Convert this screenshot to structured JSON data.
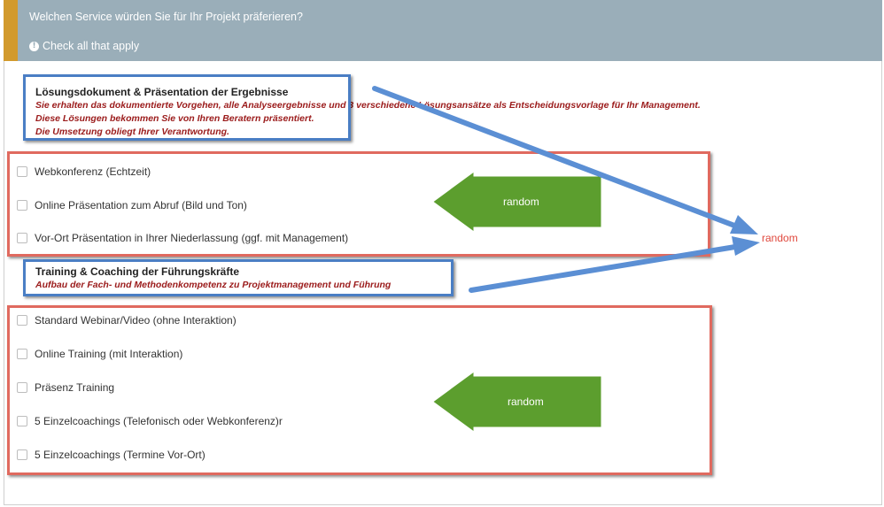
{
  "header": {
    "title": "Welchen Service würden Sie für Ihr Projekt präferieren?",
    "hint": "Check all that apply"
  },
  "sections": [
    {
      "title": "Lösungsdokument & Präsentation der Ergebnisse",
      "desc_lines": [
        "Sie erhalten das dokumentierte Vorgehen, alle Analyseergebnisse und 3 verschiedene Lösungsansätze als Entscheidungsvorlage für Ihr Management.",
        "Diese Lösungen bekommen Sie von Ihren Beratern präsentiert.",
        "Die Umsetzung obliegt Ihrer Verantwortung."
      ],
      "options": [
        "Webkonferenz (Echtzeit)",
        "Online Präsentation zum Abruf (Bild und Ton)",
        "Vor-Ort Präsentation in Ihrer Niederlassung (ggf. mit Management)"
      ]
    },
    {
      "title": "Training & Coaching der Führungskräfte",
      "desc_lines": [
        "Aufbau der Fach- und Methodenkompetenz zu Projektmanagement und Führung"
      ],
      "options": [
        "Standard Webinar/Video (ohne Interaktion)",
        "Online Training (mit Interaktion)",
        "Präsenz Training",
        "5 Einzelcoachings (Telefonisch oder Webkonferenz)r",
        "5 Einzelcoachings (Termine Vor-Ort)"
      ]
    }
  ],
  "annotations": {
    "arrow_label_1": "random",
    "arrow_label_2": "random",
    "side_label": "random",
    "colors": {
      "blue": "#4a7ec4",
      "red": "#e06a5f",
      "green": "#5c9e2e"
    }
  }
}
